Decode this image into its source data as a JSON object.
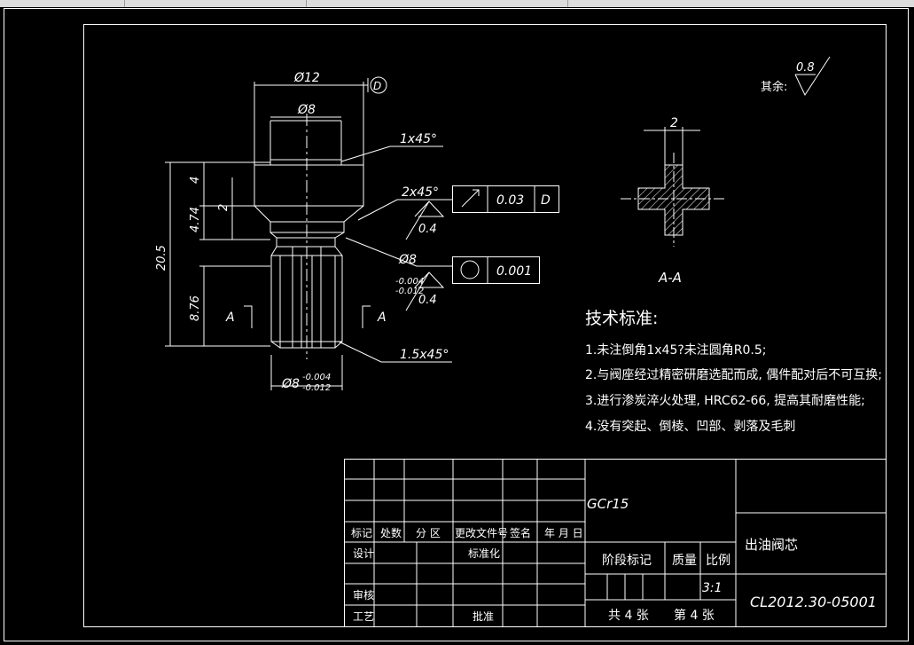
{
  "drawing": {
    "dims": {
      "d12": "Ø12",
      "datum": "D",
      "d8_top": "Ø8",
      "chamfer_1": "1x45°",
      "chamfer_2": "2x45°",
      "chamfer_3": "1.5x45°",
      "h4": "4",
      "h2": "2",
      "h474": "4.74",
      "h205": "20.5",
      "h876": "8.76",
      "d8_mid": "Ø8",
      "tol_mid_up": "-0.004",
      "tol_mid_lo": "-0.012",
      "d8_bot": "Ø8",
      "tol_bot_up": "-0.004",
      "tol_bot_lo": "-0.012",
      "section_left": "A",
      "section_right": "A"
    },
    "fcf1": {
      "value": "0.03",
      "datum": "D"
    },
    "fcf2": {
      "value": "0.001"
    },
    "roughness_1": "0.4",
    "roughness_2": "0.4",
    "roughness_other_label": "其余:",
    "roughness_other_value": "0.8",
    "section_view": {
      "width_dim": "2",
      "label": "A-A"
    },
    "notes": {
      "title": "技术标准:",
      "items": [
        "1.未注倒角1x45?未注圆角R0.5;",
        "2.与阀座经过精密研磨选配而成, 偶件配对后不可互换;",
        "3.进行渗炭淬火处理, HRC62-66, 提高其耐磨性能;",
        "4.没有突起、倒棱、凹部、剥落及毛刺"
      ]
    }
  },
  "title_block": {
    "material": "GCr15",
    "header_cells": [
      "标记",
      "处数",
      "分 区",
      "更改文件号",
      "签名",
      "年 月 日"
    ],
    "design": "设计",
    "standardize": "标准化",
    "review": "审核",
    "process": "工艺",
    "approve": "批准",
    "stage_mark": "阶段标记",
    "weight": "质量",
    "scale_label": "比例",
    "scale_value": "3:1",
    "total_sheets": "共 4 张",
    "sheet_no": "第 4 张",
    "part_name": "出油阀芯",
    "drawing_no": "CL2012.30-05001"
  }
}
